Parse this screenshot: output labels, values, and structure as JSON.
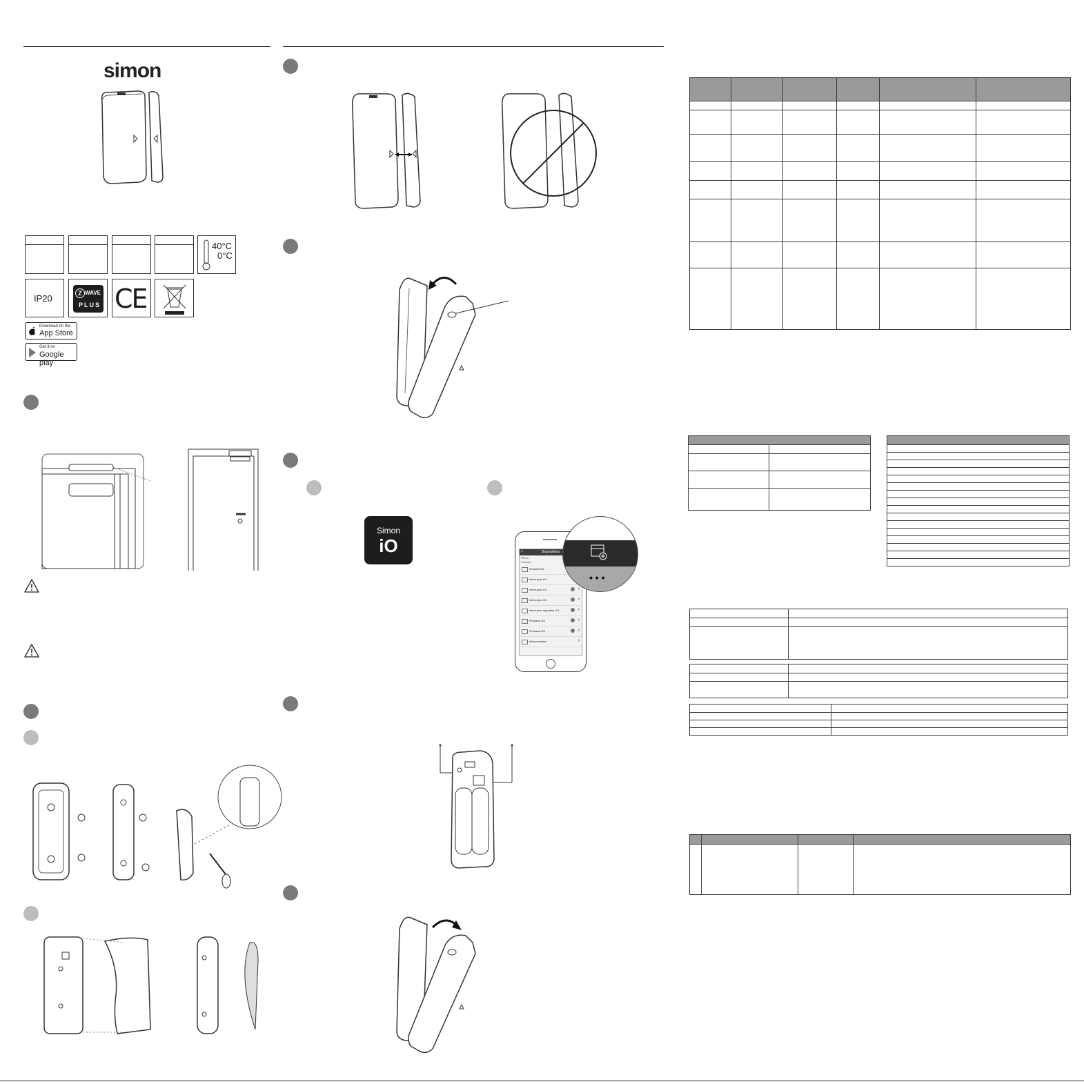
{
  "brand": {
    "logo_text": "simon"
  },
  "temperature": {
    "max": "40°C",
    "min": "0°C"
  },
  "protection": {
    "ip_rating": "IP20"
  },
  "certifications": {
    "zwave_top": "WAVE",
    "zwave_letter": "Z",
    "zwave_bottom": "PLUS",
    "ce": "CE"
  },
  "stores": {
    "appstore": {
      "small": "Download on the",
      "big": "App Store"
    },
    "googleplay": {
      "small": "Get it on",
      "big": "Google play"
    }
  },
  "app_icon": {
    "name": "Simon",
    "logo": "iO"
  },
  "phone_screen": {
    "title": "Dispositivos",
    "tabs": "Filtros",
    "section": "Entrada",
    "items": [
      "Enchufe iO1",
      "Interruptor iO1",
      "Interruptor iO1",
      "Interruptor iO1",
      "Interruptor regulador iO1",
      "Persiana iO1",
      "Persiana iO1",
      "ethernetname"
    ],
    "dots": "• • •"
  },
  "icons": {
    "warning": "warning-triangle-icon",
    "thermometer": "thermometer-icon",
    "weee": "crossed-bin-icon",
    "apple": "apple-icon",
    "play": "play-icon"
  }
}
